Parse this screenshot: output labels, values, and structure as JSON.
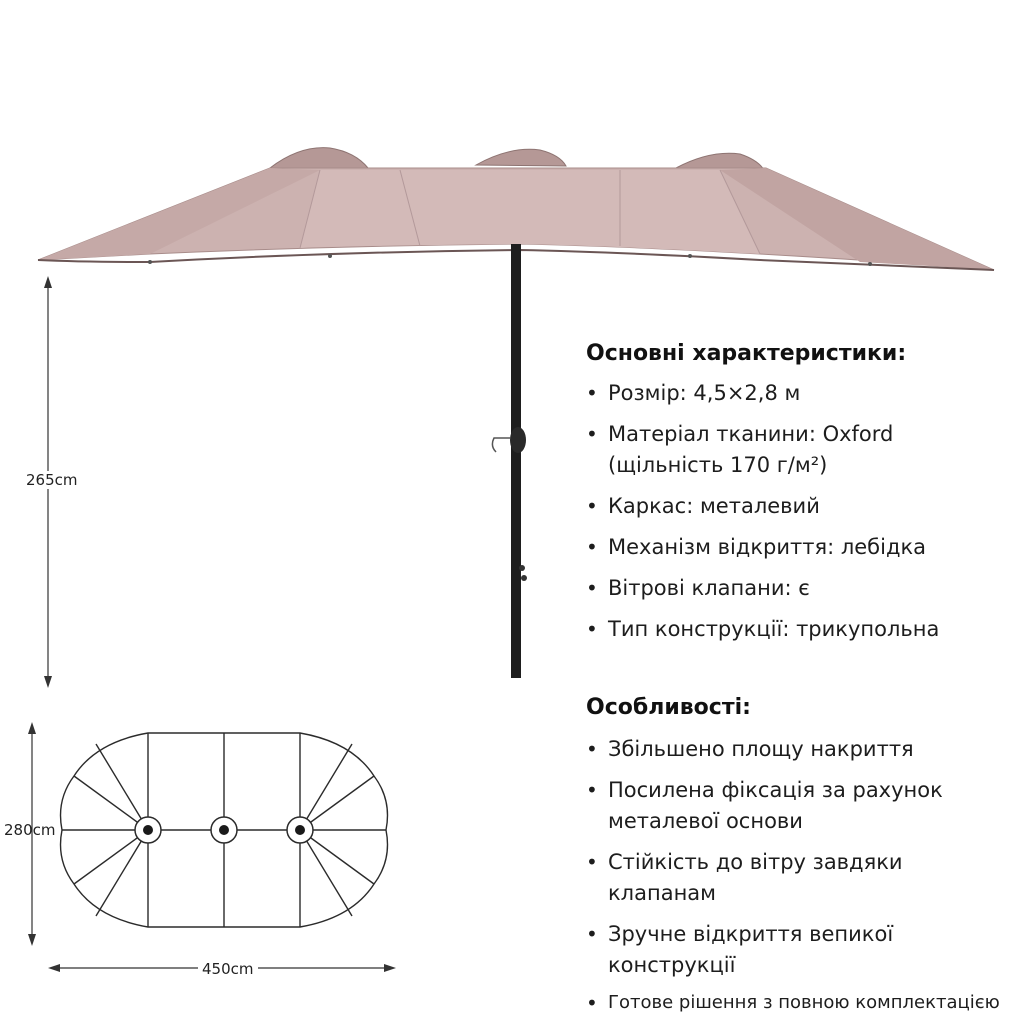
{
  "dimensions": {
    "height": "265cm",
    "width": "280cm",
    "length": "450cm"
  },
  "main_specs": {
    "title": "Основні характеристики:",
    "items": [
      "Розмір: 4,5×2,8 м",
      [
        "Матеріал тканини: Oxford",
        "(щільність 170 г/м²)"
      ],
      "Каркас: металевий",
      "Механізм відкриття: лебідка",
      "Вітрові клапани: є",
      "Тип конструкції: трикупольна"
    ]
  },
  "features": {
    "title": "Особливості:",
    "items": [
      "Збільшено площу накриття",
      [
        "Посилена фіксація за рахунок",
        "металевої основи"
      ],
      [
        "Стійкість до вітру завдяки",
        "клапанам"
      ],
      [
        "Зручне відкриття вепикої",
        "конструкції"
      ],
      "Готове рішення з повною комплектацією"
    ]
  },
  "colors": {
    "canopy": "#c9aeac",
    "canopy_light": "#d8c2c0",
    "canopy_shadow": "#b89a98",
    "pole": "#1e1e1e",
    "line": "#333333"
  }
}
